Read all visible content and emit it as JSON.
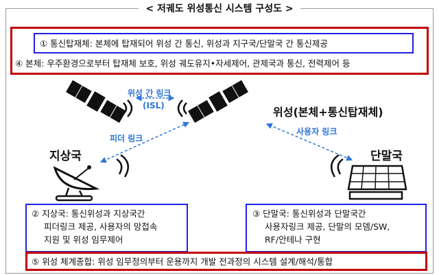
{
  "title": "< 저궤도 위성통신 시스템 구성도 >",
  "items": {
    "payload": "① 통신탑재체: 본체에 탑재되어 위성 간 통신, 위성과 지구국/단말국 간 통신제공",
    "bus": "④ 본체: 우주환경으로부터 탑재체 보호, 위성 궤도유지•자세제어, 관제국과 통신, 전력제어 등",
    "ground": [
      "② 지상국: 통신위성과 지상국간",
      "피더링크 제공, 사용자의 망접속",
      "지원 및 위성 임무제어"
    ],
    "terminal": [
      "③ 단말국: 통신위성과 단말국간",
      "사용자링크 제공, 단말의 모뎀/SW,",
      "RF/안테나 구현"
    ],
    "integration": "⑤ 위성 체계종합: 위성 임무정의부터 운용까지 개발 전과정의 시스템 설계/해석/통합"
  },
  "labels": {
    "isl": "위성 간 링크",
    "isl_abbr": "(ISL)",
    "satellite": "위성(본체+통신탑재체)",
    "feeder": "피더 링크",
    "user_link": "사용자 링크",
    "ground_station": "지상국",
    "terminal_station": "단말국"
  },
  "colors": {
    "red": "#c00000",
    "blue": "#1f1fe6",
    "link": "#2e75d6"
  }
}
